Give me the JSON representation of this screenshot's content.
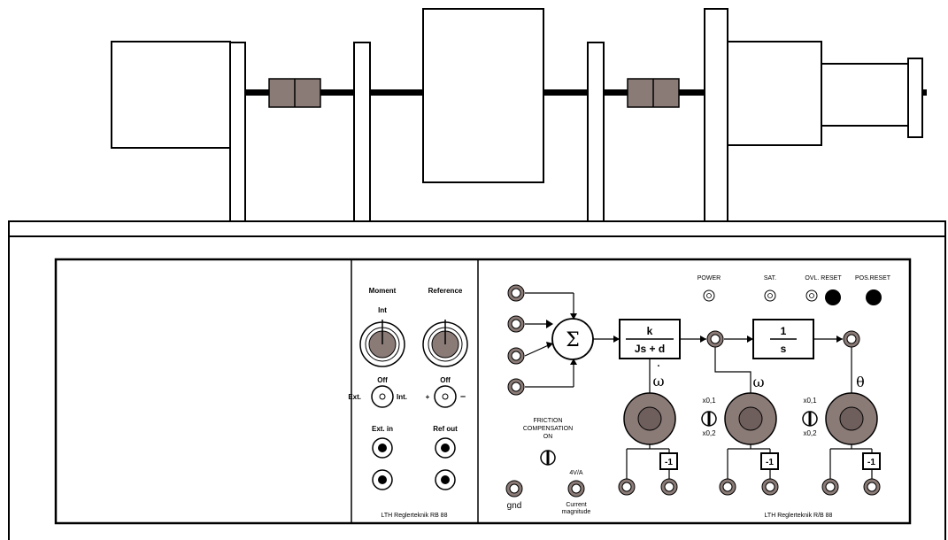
{
  "colors": {
    "stroke": "#000000",
    "knob": "#8b7b77",
    "knob_dark": "#6e5f5c",
    "coupling": "#8b7b77",
    "panel_bg": "#ffffff"
  },
  "left_panel": {
    "moment_label": "Moment",
    "reference_label": "Reference",
    "int_label": "Int",
    "off_label_1": "Off",
    "off_label_2": "Off",
    "ext_label": "Ext.",
    "int_label_2": "Int.",
    "plus_label": "+",
    "minus_label": "–",
    "ext_in_label": "Ext. in",
    "ref_out_label": "Ref out",
    "footer": "LTH Reglerteknik RB 88"
  },
  "right_panel": {
    "sum_symbol": "Σ",
    "block1_num": "k",
    "block1_den": "Js + d",
    "block2_num": "1",
    "block2_den": "s",
    "power_label": "POWER",
    "sat_label": "SAT.",
    "ovl_reset_label": "OVL. RESET",
    "pos_reset_label": "POS.RESET",
    "omega_dot_label": "ω",
    "omega_dot_mark": "·",
    "omega_label": "ω",
    "theta_label": "θ",
    "friction_line1": "FRICTION",
    "friction_line2": "COMPENSATION",
    "friction_line3": "ON",
    "scale_hi_1": "x0,1",
    "scale_lo_1": "x0,2",
    "scale_hi_2": "x0,1",
    "scale_lo_2": "x0,2",
    "neg_1": "-1",
    "neg_2": "-1",
    "neg_3": "-1",
    "gnd_label": "gnd",
    "gain_label": "4V/A",
    "current_line1": "Current",
    "current_line2": "magnitude",
    "footer": "LTH Reglerteknik R/B 88"
  }
}
